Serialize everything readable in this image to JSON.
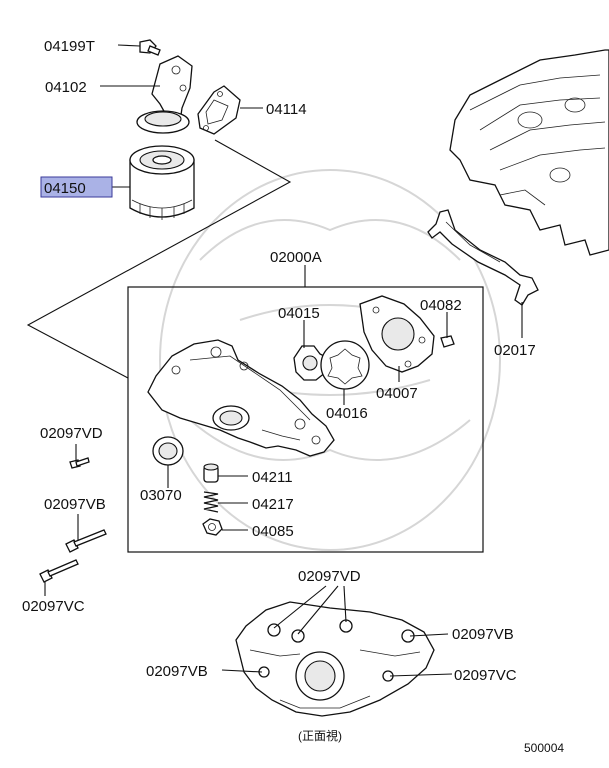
{
  "diagram": {
    "highlight_color": "#aab2e6",
    "callouts": {
      "c04199T": "04199T",
      "c04102": "04102",
      "c04114": "04114",
      "c04150": "04150",
      "c02000A": "02000A",
      "c04015": "04015",
      "c04082": "04082",
      "c04007": "04007",
      "c04016": "04016",
      "c02017": "02017",
      "c02097VD_left": "02097VD",
      "c03070": "03070",
      "c04211": "04211",
      "c04217": "04217",
      "c04085": "04085",
      "c02097VB_left": "02097VB",
      "c02097VC_left": "02097VC",
      "c02097VD_bottom": "02097VD",
      "c02097VB_right": "02097VB",
      "c02097VB_bottomleft": "02097VB",
      "c02097VC_right": "02097VC"
    },
    "view_label": "(正面視)",
    "figure_number": "500004"
  }
}
